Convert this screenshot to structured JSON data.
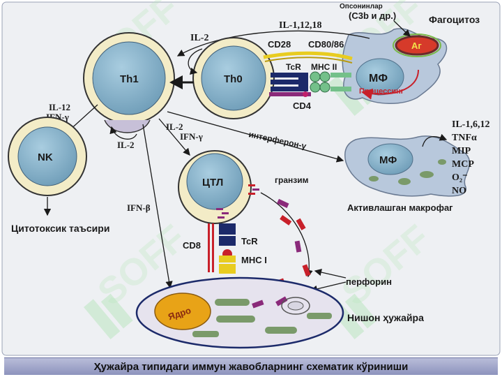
{
  "caption": "Ҳужайра типидаги иммун жавобларнинг схематик кўриниши",
  "watermark": "SOFF",
  "colors": {
    "background": "#eef0f3",
    "cell_blue": "#8cb4cc",
    "cell_ring": "#f3ecc7",
    "macrophage": "#b8c8dc",
    "antigen_red": "#d63a2a",
    "nucleus_orange": "#e8a317",
    "granule_purple": "#7a2a6a",
    "perforin_red": "#c8202a",
    "mitochondria_green": "#7a9a6a",
    "tcr_navy": "#1c2a6a",
    "mhc_green": "#74c08a",
    "yellow_link": "#e8cc20"
  },
  "labels": {
    "opsonins": "Опсонинлар",
    "opsonins_detail": "(C3b и др.)",
    "phagocytosis": "Фагоцитоз",
    "il_1_12_18": "IL-1,12,18",
    "il2_top": "IL-2",
    "cd28": "CD28",
    "cd80_86": "CD80/86",
    "tcr_top": "TcR",
    "mhc_ii": "MHC II",
    "cd4": "CD4",
    "antigen": "Аг",
    "processing": "Процессинг",
    "mf_top": "МФ",
    "th1": "Th1",
    "th0": "Th0",
    "il12": "IL-12",
    "ifn_gamma_nk": "IFN-γ",
    "nk": "NK",
    "il2_loop": "IL-2",
    "il2_ctl": "IL-2",
    "ifn_gamma_ctl": "IFN-γ",
    "interferon_gamma": "интерферон-γ",
    "mf_activated": "МФ",
    "activated_macrophage": "Активлашган макрофаг",
    "cytotoxic_effect": "Цитотоксик таъсири",
    "ctl": "ЦТЛ",
    "granzyme": "гранзим",
    "ifn_beta": "IFN-β",
    "cd8": "CD8",
    "tcr_bottom": "TcR",
    "mhc_i": "MHC I",
    "perforin": "перфорин",
    "nucleus": "Ядро",
    "target_cell": "Нишон ҳужайра"
  },
  "cytokines": [
    "IL-1,6,12",
    "TNFα",
    "MIP",
    "MCP",
    "O₂⁻",
    "NO"
  ]
}
